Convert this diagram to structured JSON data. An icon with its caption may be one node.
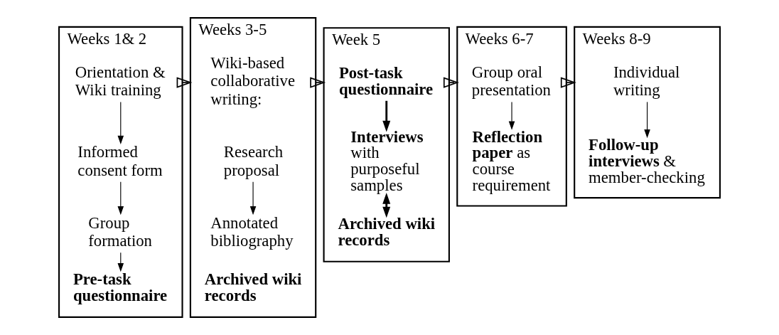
{
  "diagram": {
    "nodes": [
      {
        "text": [
          "Weeks 1& 2"
        ]
      },
      {
        "text": [
          "Orientation & Wiki training"
        ],
        "in": 0
      },
      {
        "text": [
          "Informed consent form"
        ],
        "in": 0
      },
      {
        "text": [
          "Group formation"
        ],
        "in": 0
      },
      {
        "text": [
          "Pre-task questionnaire"
        ],
        "in": 0
      },
      {
        "text": [
          "Weeks 3-5"
        ]
      },
      {
        "text": [
          "Wiki-based collaborative writing:"
        ],
        "in": 5
      },
      {
        "text": [
          "Research proposal"
        ],
        "in": 5
      },
      {
        "text": [
          "Annotated bibliography"
        ],
        "in": 5
      },
      {
        "text": [
          "Archived wiki records"
        ],
        "in": 5
      },
      {
        "text": [
          "Week 5"
        ]
      },
      {
        "text": [
          "Post-task questionnaire"
        ],
        "in": 10
      },
      {
        "text": [
          "**Interviews** with purposeful samples"
        ],
        "in": 10
      },
      {
        "text": [
          "Archived wiki records"
        ],
        "in": 10
      },
      {
        "text": [
          "Weeks 6-7"
        ]
      },
      {
        "text": [
          "Group oral presentation"
        ],
        "in": 14
      },
      {
        "text": [
          "**Reflection paper** as course requirement"
        ],
        "in": 14
      },
      {
        "text": [
          "Weeks 8-9"
        ]
      },
      {
        "text": [
          "Individual writing"
        ],
        "in": 17
      },
      {
        "text": [
          "**Follow-up interviews** & member-checking"
        ],
        "in": 17
      }
    ],
    "edges": [
      {
        "from": 1,
        "to": 2,
        "arrow": "to"
      },
      {
        "from": 2,
        "to": 3,
        "arrow": "to"
      },
      {
        "from": 3,
        "to": 4,
        "arrow": "to"
      },
      {
        "from": 7,
        "to": 8,
        "arrow": "to"
      },
      {
        "from": 11,
        "to": 12,
        "arrow": "to",
        "style": "thick"
      },
      {
        "from": 12,
        "to": 13,
        "arrow": "both",
        "style": "thick"
      },
      {
        "from": 15,
        "to": 16,
        "arrow": "to"
      },
      {
        "from": 18,
        "to": 19,
        "arrow": "to"
      },
      {
        "from": 0,
        "to": 5,
        "arrow": "to"
      },
      {
        "from": 5,
        "to": 10,
        "arrow": "to"
      },
      {
        "from": 10,
        "to": 14,
        "arrow": "to"
      },
      {
        "from": 14,
        "to": 17,
        "arrow": "to"
      }
    ]
  }
}
